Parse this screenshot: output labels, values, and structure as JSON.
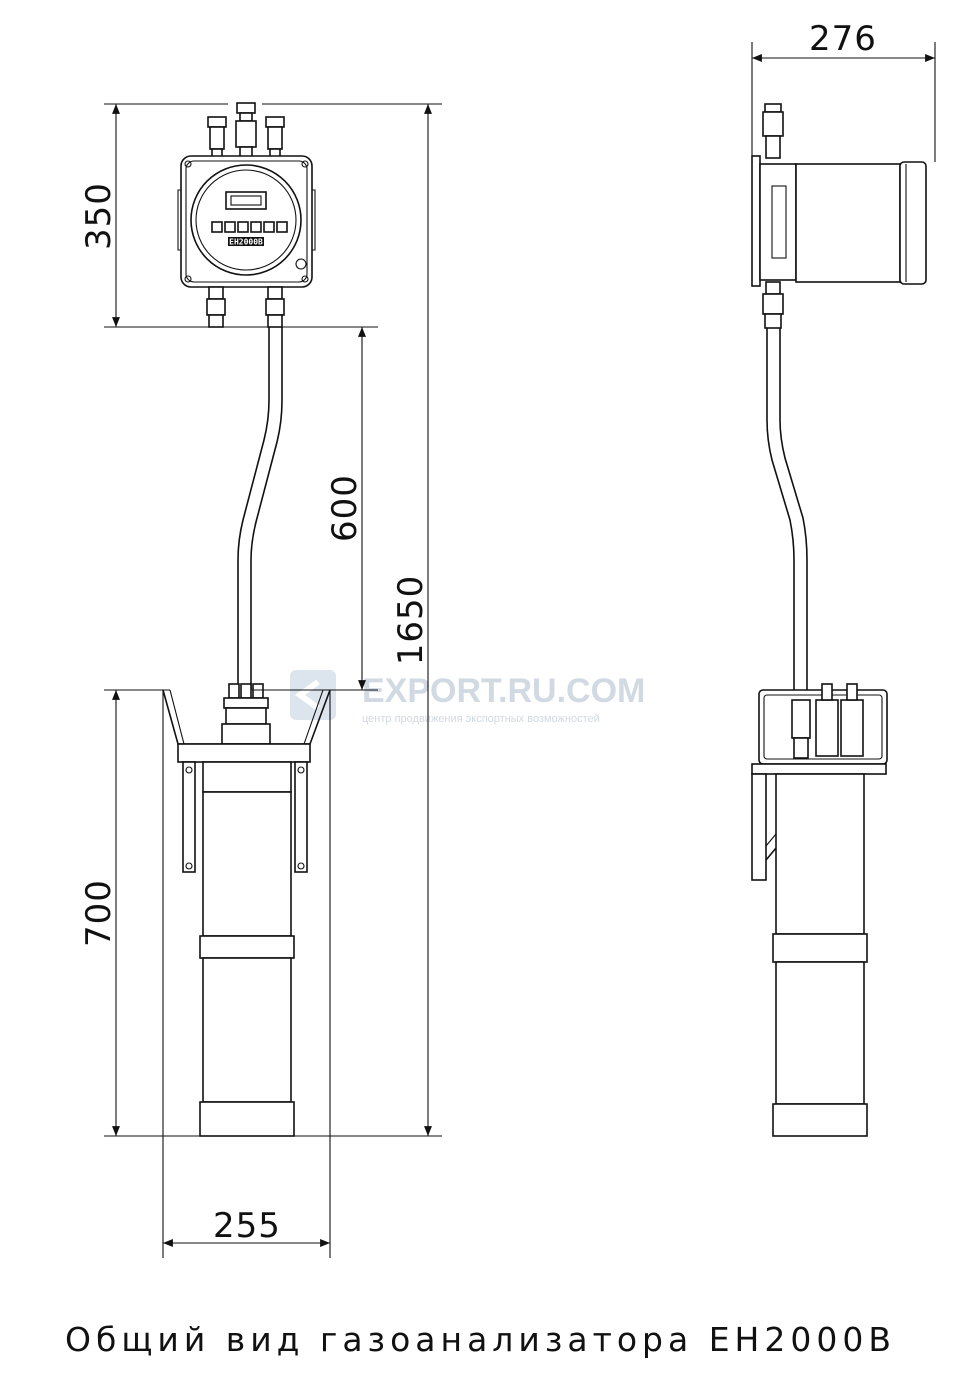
{
  "dimensions": {
    "width_side": "276",
    "height_top": "350",
    "height_pipe": "600",
    "height_total": "1650",
    "height_bottom": "700",
    "width_front": "255"
  },
  "watermark": {
    "name": "EXPORT.RU.COM",
    "tagline": "центр продвижения экспортных возможностей"
  },
  "device_label": "EH2000B",
  "caption": "Общий вид газоанализатора ЕН2000В"
}
